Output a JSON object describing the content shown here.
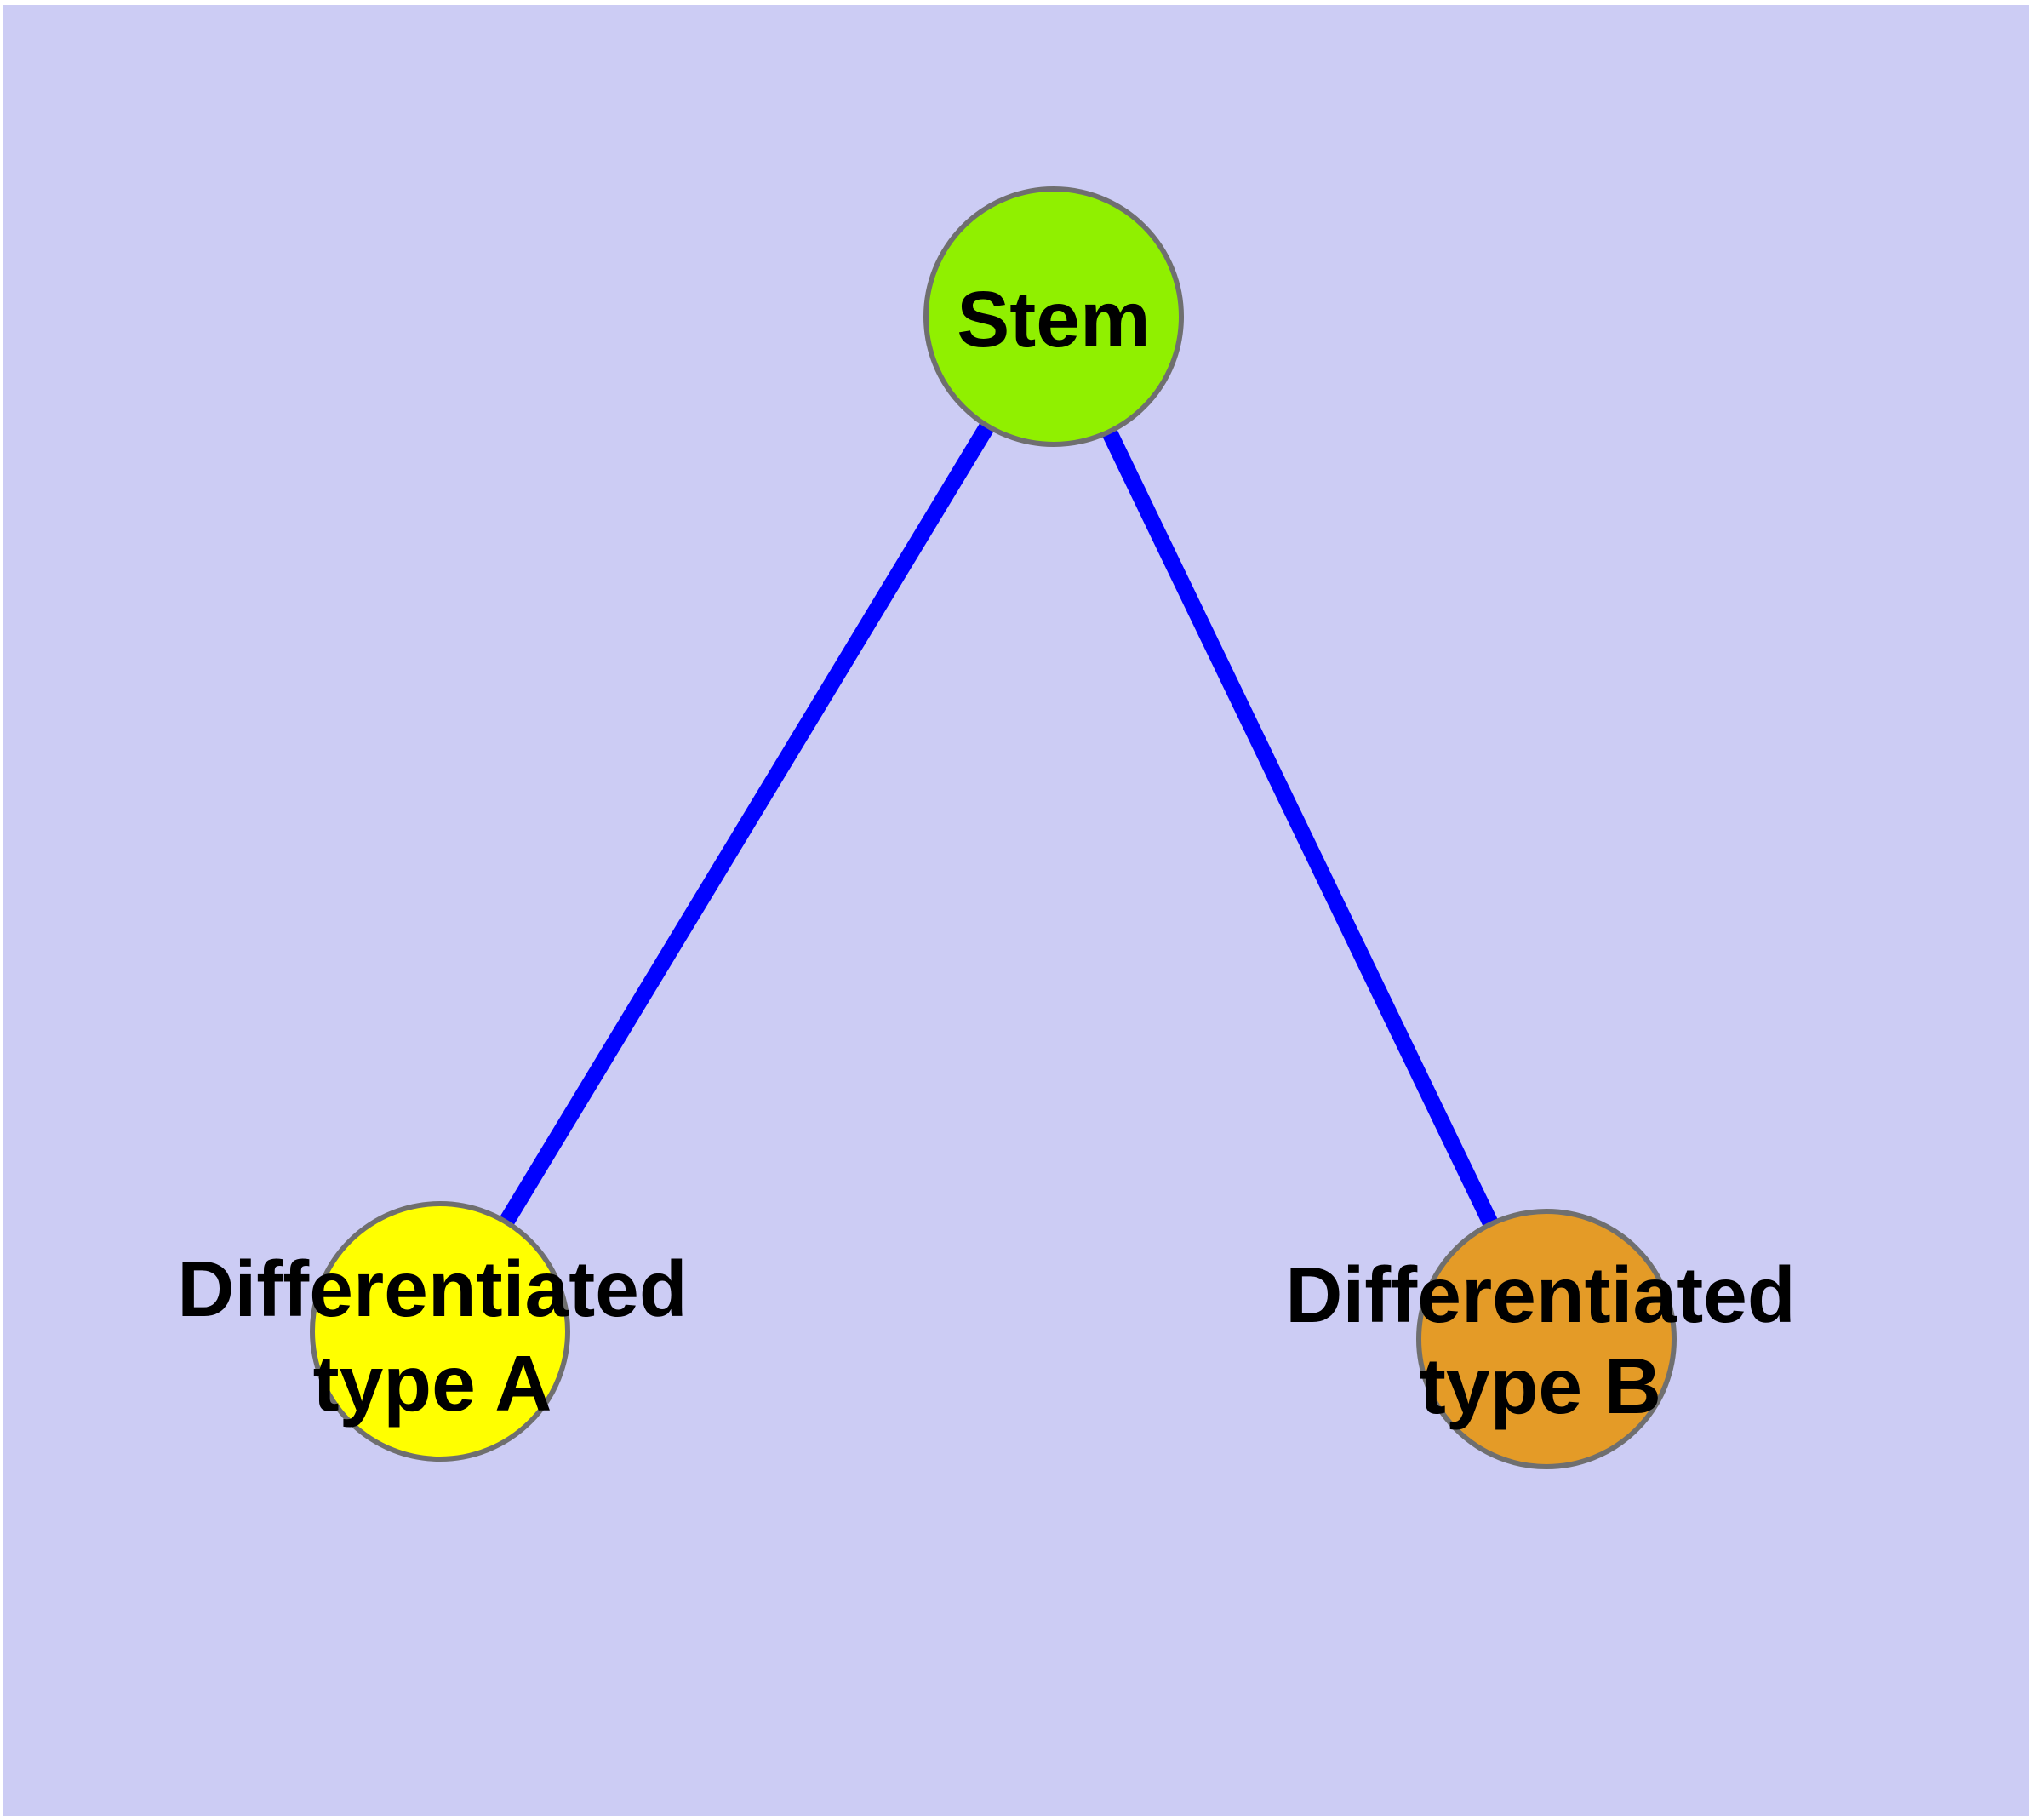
{
  "colors": {
    "page_background": "#FFFFFF",
    "plot_background": "#CCCCF4",
    "edge": "#0000FF",
    "node_border": "#6F6F6F",
    "label_text": "#000000",
    "stem_fill": "#90F000",
    "type_a_fill": "#FFFF00",
    "type_b_fill": "#E49B27"
  },
  "diagram": {
    "type": "node-link-graph",
    "nodes": [
      {
        "id": "stem",
        "label": "Stem",
        "fill": "#90F000",
        "shape": "circle"
      },
      {
        "id": "differentiated-type-a",
        "label_line1": "Differentiated",
        "label_line2": "type A",
        "fill": "#FFFF00",
        "shape": "circle"
      },
      {
        "id": "differentiated-type-b",
        "label_line1": "Differentiated",
        "label_line2": "type B",
        "fill": "#E49B27",
        "shape": "circle"
      }
    ],
    "edges": [
      {
        "source": "stem",
        "target": "differentiated-type-a"
      },
      {
        "source": "stem",
        "target": "differentiated-type-b"
      }
    ]
  }
}
